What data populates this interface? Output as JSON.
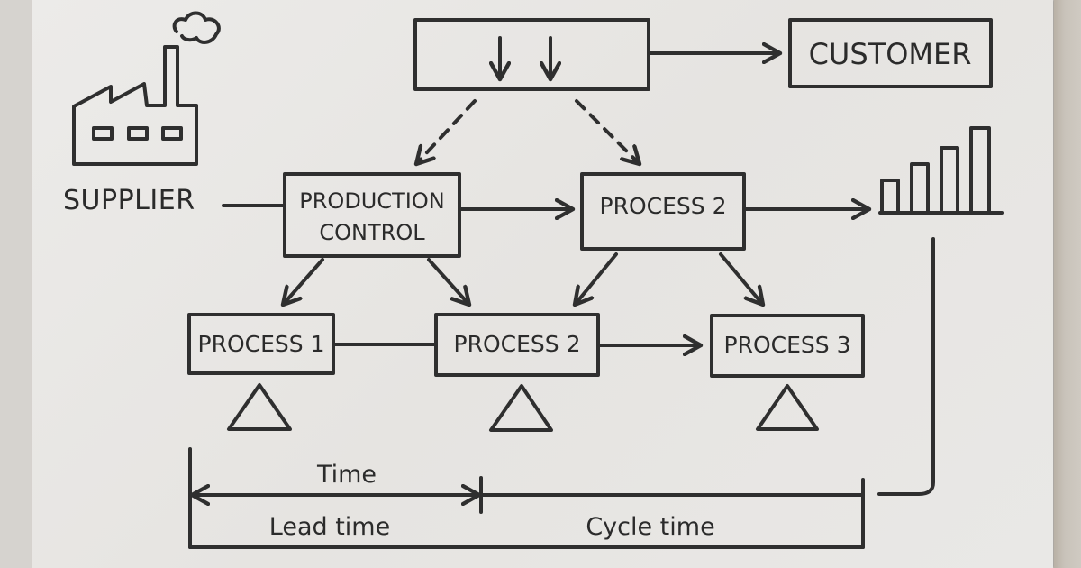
{
  "diagram": {
    "type": "value stream map (hand-drawn)",
    "ink_color": "#2f2f2f",
    "paper_color": "#e9e8e6",
    "nodes": {
      "supplier": {
        "label": "SUPPLIER",
        "icon": "factory-icon"
      },
      "customer": {
        "label": "CUSTOMER"
      },
      "info_box": {
        "label": "",
        "icon": "down-arrows-icon"
      },
      "production_control": {
        "line1": "PRODUCTION",
        "line2": "CONTROL"
      },
      "process2_top": {
        "label": "PROCESS 2"
      },
      "process1": {
        "label": "PROCESS 1"
      },
      "process2_bottom": {
        "label": "PROCESS 2"
      },
      "process3": {
        "label": "PROCESS 3"
      },
      "output_chart": {
        "icon": "bar-chart-icon"
      }
    },
    "inventory_triangles": 3,
    "timeline": {
      "time_label": "Time",
      "lead_time_label": "Lead time",
      "cycle_time_label": "Cycle time"
    }
  }
}
